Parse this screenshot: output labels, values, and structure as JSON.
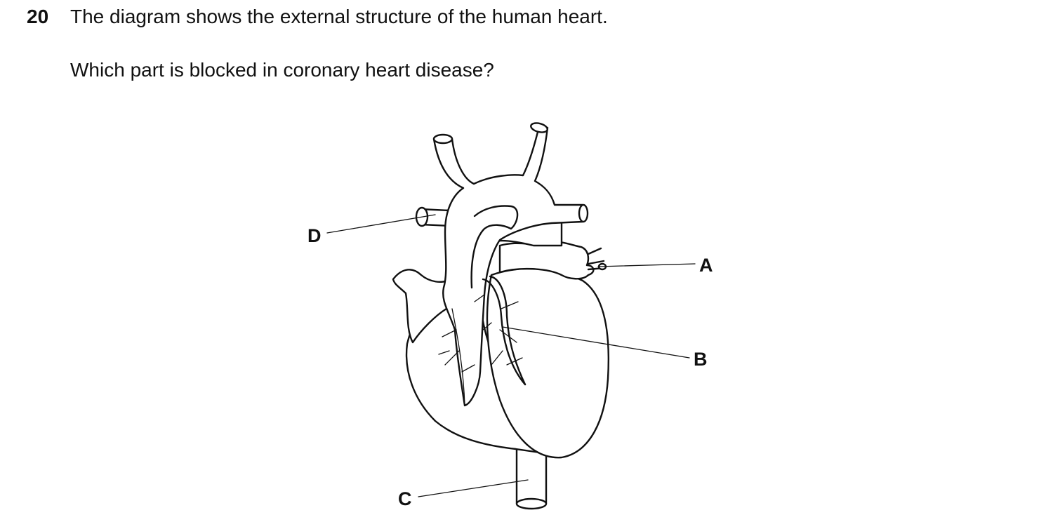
{
  "question": {
    "number": "20",
    "stem": "The diagram shows the external structure of the human heart.",
    "prompt": "Which part is blocked in coronary heart disease?"
  },
  "diagram": {
    "labels": {
      "A": "A",
      "B": "B",
      "C": "C",
      "D": "D"
    }
  }
}
